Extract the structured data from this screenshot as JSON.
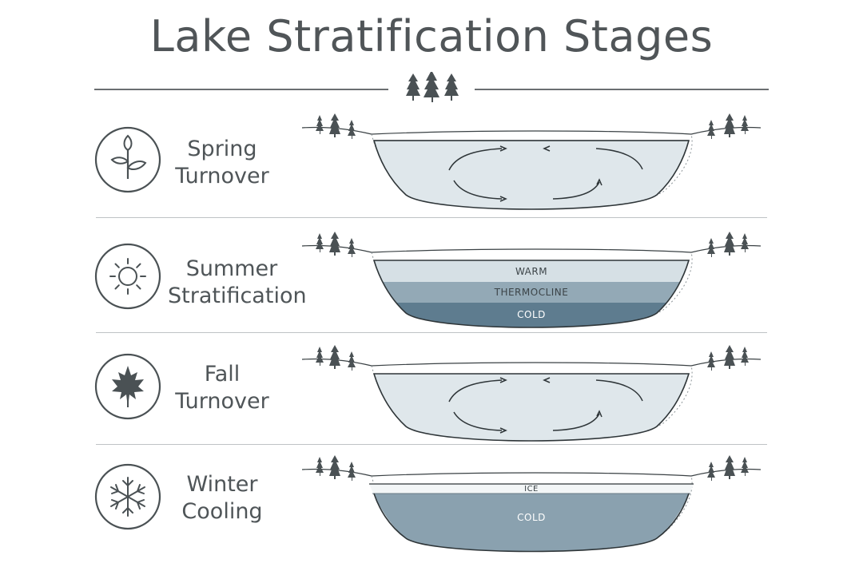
{
  "title": "Lake Stratification Stages",
  "stages": [
    {
      "line1": "Spring",
      "line2": "Turnover",
      "icon": "sprout-icon",
      "layers": []
    },
    {
      "line1": "Summer",
      "line2": "Stratification",
      "icon": "sun-icon",
      "layers": [
        "WARM",
        "THERMOCLINE",
        "COLD"
      ]
    },
    {
      "line1": "Fall",
      "line2": "Turnover",
      "icon": "maple-leaf-icon",
      "layers": []
    },
    {
      "line1": "Winter",
      "line2": "Cooling",
      "icon": "snowflake-icon",
      "layers": [
        "ICE",
        "COLD"
      ]
    }
  ],
  "colors": {
    "text": "#4f5558",
    "water_light": "#dfe6ea",
    "water_mid": "#9fb3bf",
    "water_deep": "#5e7c8f",
    "outline": "#2e3538"
  }
}
